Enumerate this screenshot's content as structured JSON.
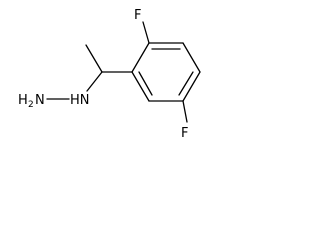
{
  "molecule": {
    "atoms": {
      "f_top": "F",
      "f_bottom": "F",
      "hydrazine_nh": "HN",
      "hydrazine_nh2_main": "H",
      "hydrazine_nh2_sub": "2",
      "hydrazine_nh2_n": "N"
    },
    "colors": {
      "bond": "#000000",
      "label": "#000000",
      "background": "#ffffff"
    }
  }
}
